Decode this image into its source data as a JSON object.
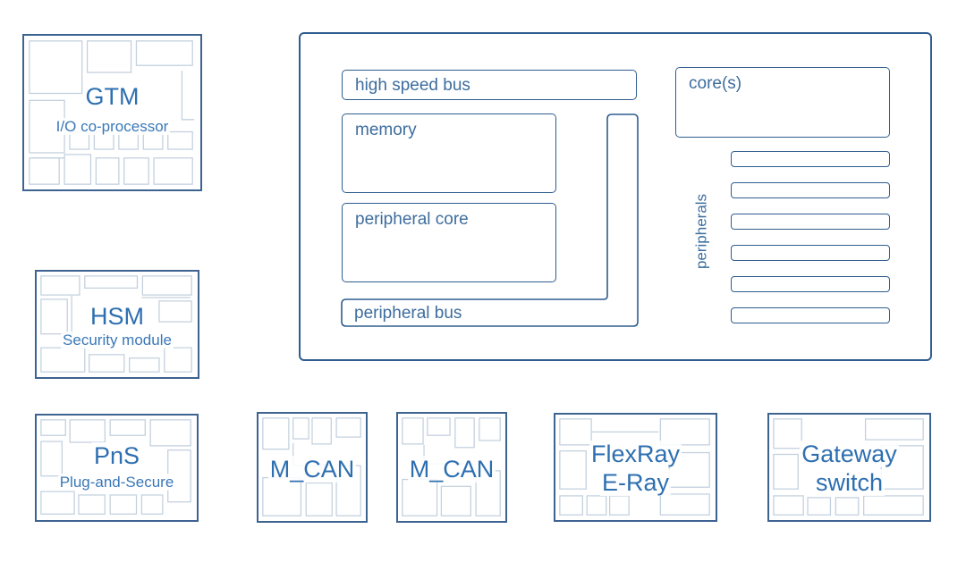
{
  "colors": {
    "outline": "#2f5d8f",
    "chip_border": "#3d6391",
    "chip_texture": "#c3d0de",
    "label_blue": "#2e6fb0",
    "block_text": "#3d6d9e"
  },
  "modules": {
    "gtm": {
      "title": "GTM",
      "subtitle": "I/O co-processor"
    },
    "hsm": {
      "title": "HSM",
      "subtitle": "Security module"
    },
    "pns": {
      "title": "PnS",
      "subtitle": "Plug-and-Secure"
    },
    "mcan1": {
      "title": "M_CAN"
    },
    "mcan2": {
      "title": "M_CAN"
    },
    "flexray": {
      "line1": "FlexRay",
      "line2": "E-Ray"
    },
    "gateway": {
      "line1": "Gateway",
      "line2": "switch"
    }
  },
  "mcu": {
    "high_speed_bus": "high speed bus",
    "memory": "memory",
    "peripheral_core": "peripheral core",
    "peripheral_bus": "peripheral bus",
    "cores": "core(s)",
    "peripherals_label": "peripherals",
    "peripheral_slot_count": 6
  }
}
